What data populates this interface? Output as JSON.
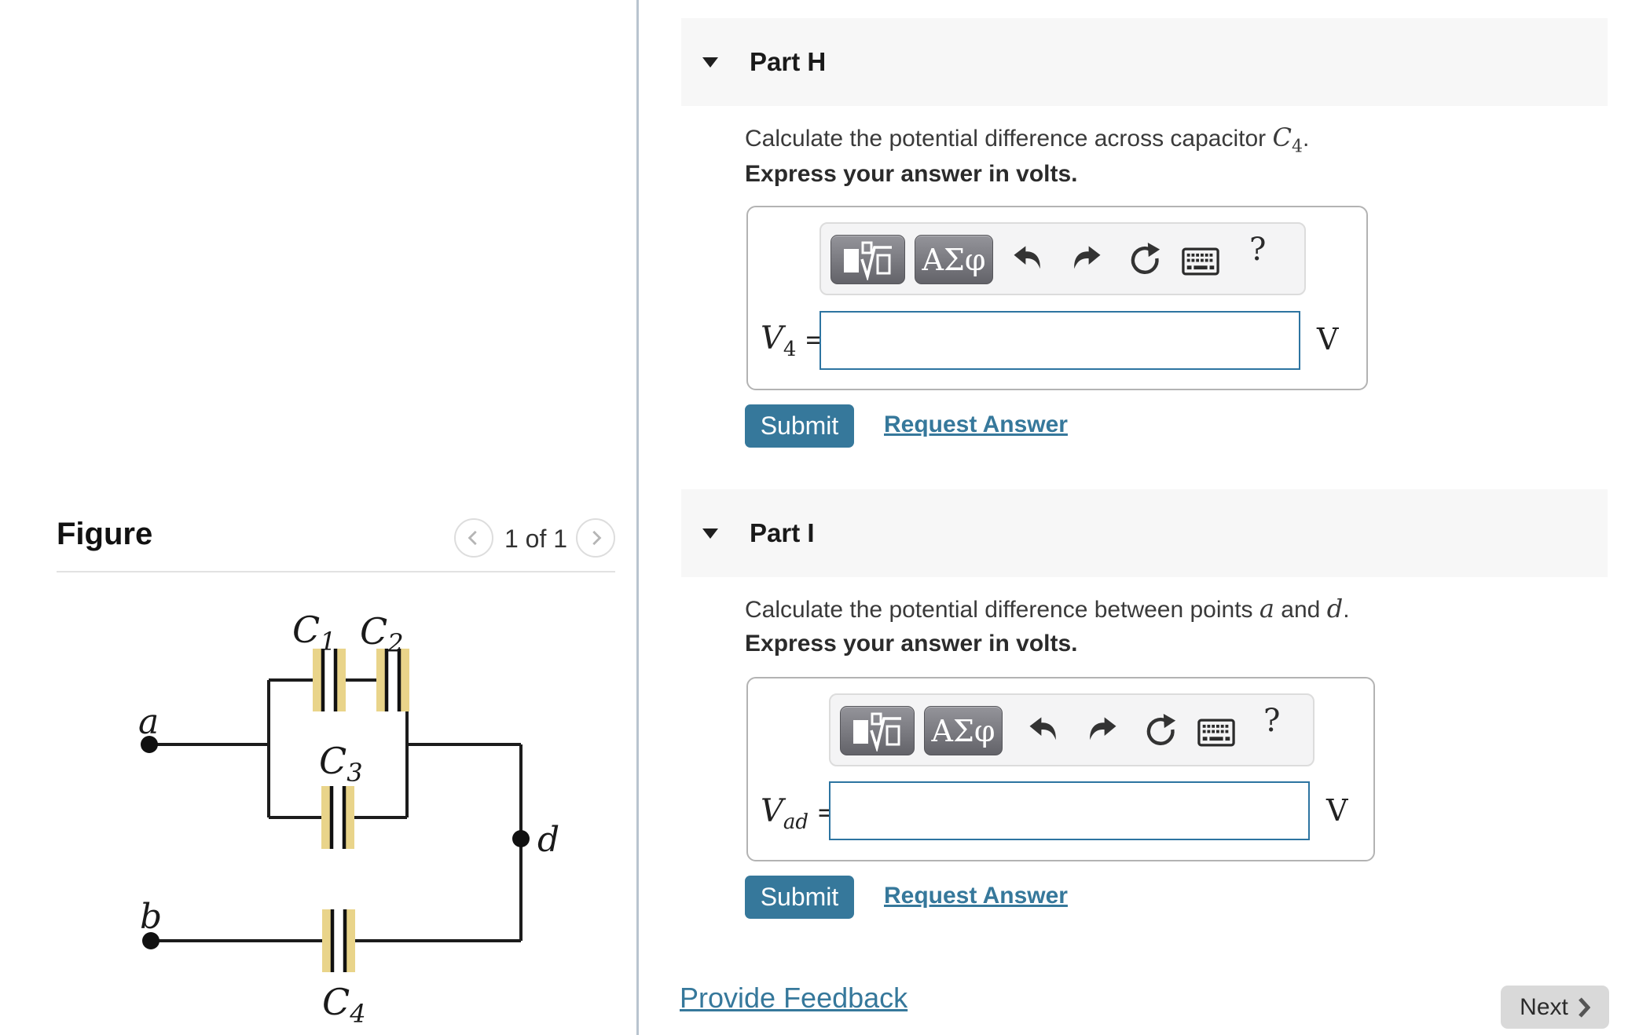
{
  "figure": {
    "title": "Figure",
    "pagination": "1 of 1"
  },
  "circuit": {
    "cap1": "C",
    "cap1_sub": "1",
    "cap2": "C",
    "cap2_sub": "2",
    "cap3": "C",
    "cap3_sub": "3",
    "cap4": "C",
    "cap4_sub": "4",
    "node_a": "a",
    "node_b": "b",
    "node_d": "d"
  },
  "part_h": {
    "title": "Part H",
    "question_prefix": "Calculate the potential difference across capacitor ",
    "question_var": "C",
    "question_var_sub": "4",
    "question_suffix": ".",
    "instruction": "Express your answer in volts.",
    "answer_var": "V",
    "answer_var_sub": "4",
    "answer_equals": "=",
    "input_value": "",
    "unit": "V",
    "submit": "Submit",
    "request_answer": "Request Answer"
  },
  "part_i": {
    "title": "Part I",
    "question_prefix": "Calculate the potential difference between points ",
    "question_var1": "a",
    "question_mid": " and ",
    "question_var2": "d",
    "question_suffix": ".",
    "instruction": "Express your answer in volts.",
    "answer_var": "V",
    "answer_var_sub": "ad",
    "answer_equals": "=",
    "input_value": "",
    "unit": "V",
    "submit": "Submit",
    "request_answer": "Request Answer"
  },
  "toolbar": {
    "greek": "ΑΣφ",
    "help": "?"
  },
  "footer": {
    "feedback": "Provide Feedback",
    "next": "Next"
  },
  "colors": {
    "accent_teal": "#36789b",
    "input_border": "#2d74a1",
    "plate_highlight": "#e9d48a",
    "header_gray": "#f7f7f7",
    "divider": "#b9c4cf"
  }
}
